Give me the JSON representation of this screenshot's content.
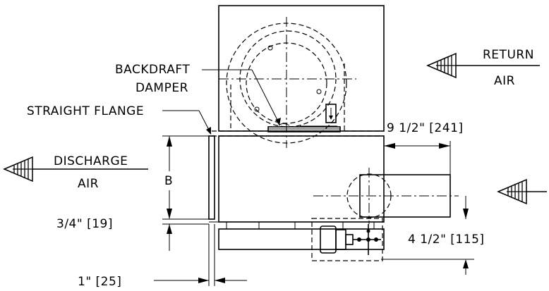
{
  "labels": {
    "return_air_line1": "RETURN",
    "return_air_line2": "AIR",
    "backdraft_line1": "BACKDRAFT",
    "backdraft_line2": "DAMPER",
    "straight_flange": "STRAIGHT FLANGE",
    "discharge_line1": "DISCHARGE",
    "discharge_line2": "AIR",
    "dim_b": "B",
    "dim_9_half": "9 1/2\"  [241]",
    "dim_3_4": "3/4\"  [19]",
    "dim_4_half": "4 1/2\"  [115]",
    "dim_1": "1\"  [25]"
  }
}
